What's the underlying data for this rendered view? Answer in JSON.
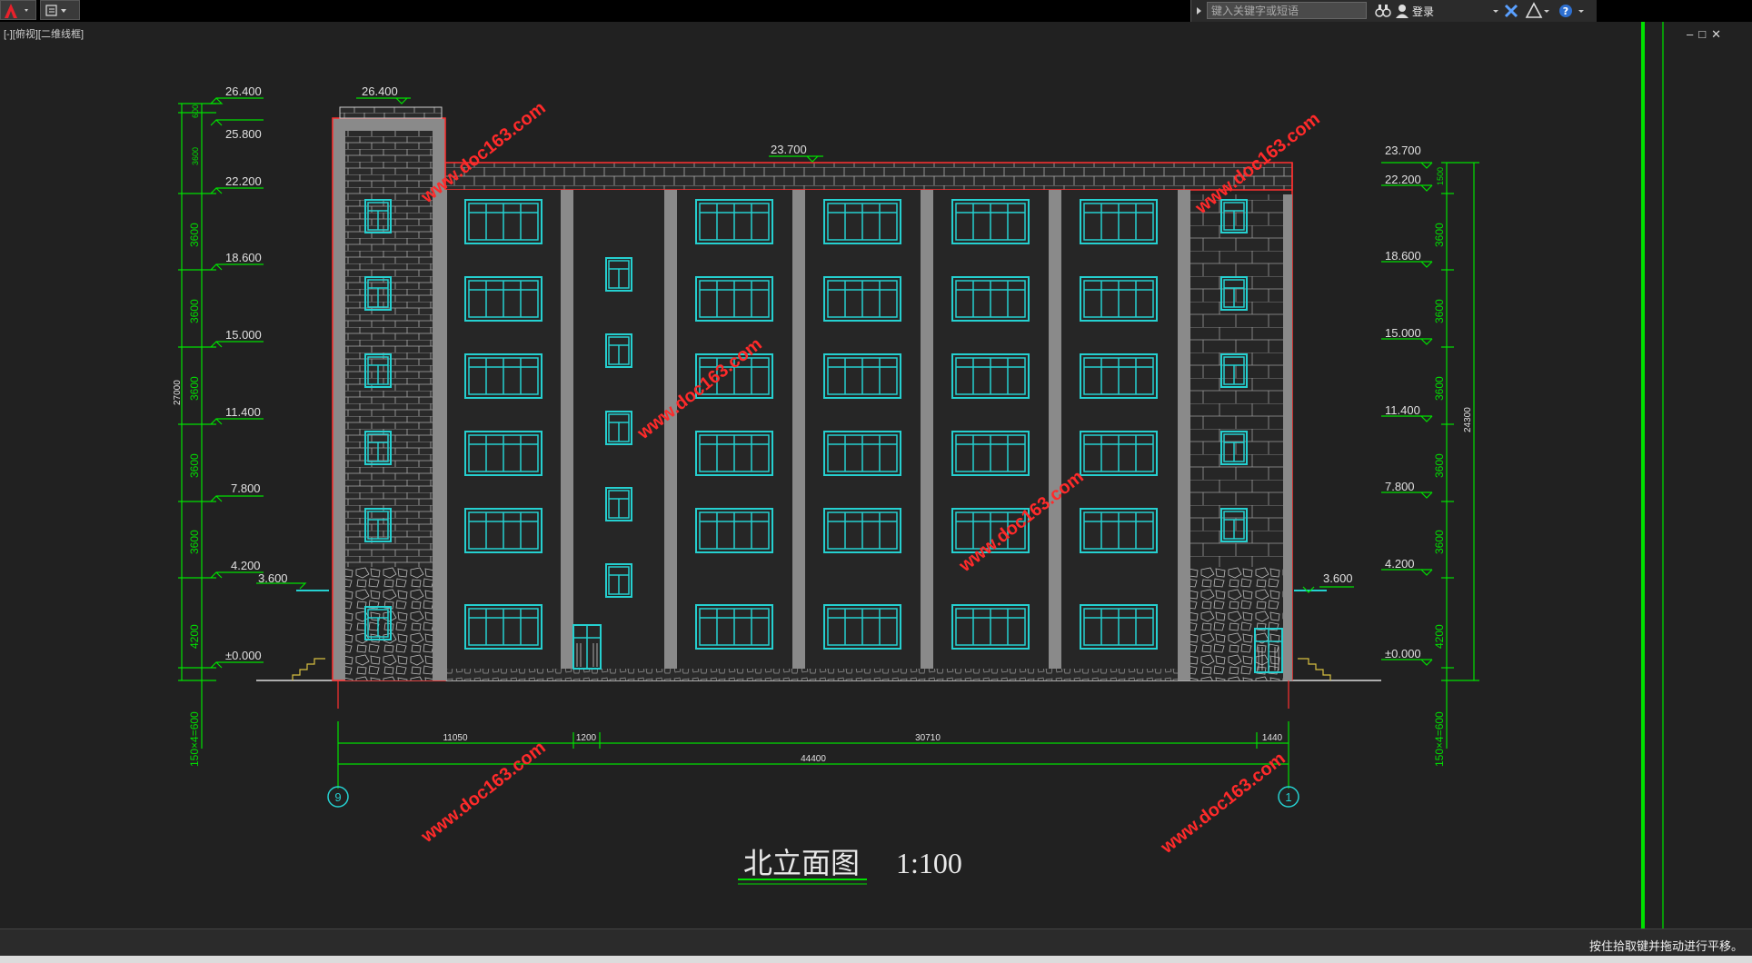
{
  "infocenter": {
    "search_placeholder": "键入关键字或短语",
    "login_label": "登录"
  },
  "viewport": {
    "label": "[-][俯视][二维线框]"
  },
  "window_controls": [
    "–",
    "□",
    "✕"
  ],
  "drawing": {
    "title": "北立面图",
    "scale": "1:100",
    "left_elevations": [
      "26.400",
      "25.800",
      "22.200",
      "18.600",
      "15.000",
      "11.400",
      "7.800",
      "4.200",
      "3.600",
      "±0.000"
    ],
    "left_dims": [
      "600",
      "3600",
      "3600",
      "3600",
      "3600",
      "3600",
      "3600",
      "4200",
      "150×4=600"
    ],
    "left_total": "27000",
    "top_labels": [
      "26.400",
      "23.700"
    ],
    "right_elevations": [
      "23.700",
      "22.200",
      "18.600",
      "15.000",
      "11.400",
      "7.800",
      "4.200",
      "3.600",
      "±0.000"
    ],
    "right_dims": [
      "1500",
      "3600",
      "3600",
      "3600",
      "3600",
      "3600",
      "4200",
      "150×4=600"
    ],
    "right_total": "24300",
    "horizontal_dims": [
      "11050",
      "1200",
      "30710",
      "1440"
    ],
    "total_width": "44400",
    "axis_left": "9",
    "axis_right": "1",
    "watermark": "www.doc163.com"
  },
  "status": {
    "message": "按住拾取键并拖动进行平移。"
  },
  "colors": {
    "background": "#212121",
    "dimension": "#00ff00",
    "window": "#25d0d0",
    "outline": "#ff3030",
    "watermark": "#ff2a2a"
  }
}
